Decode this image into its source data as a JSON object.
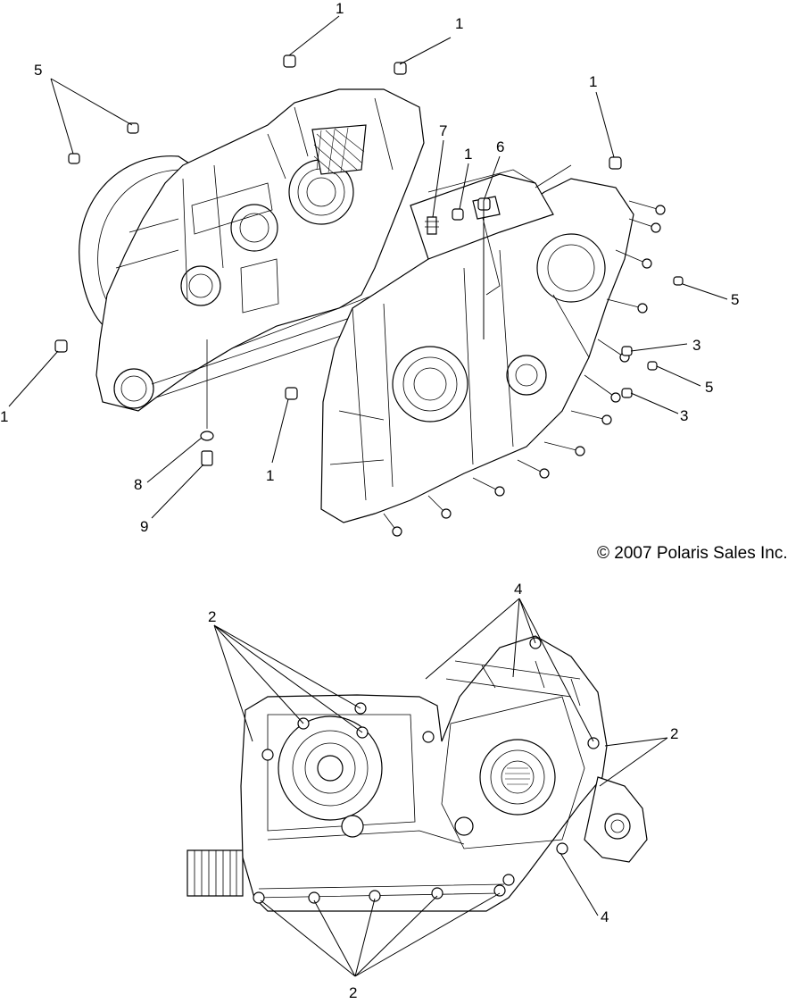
{
  "copyright": "© 2007 Polaris Sales Inc.",
  "callouts": {
    "c1_top_left": "1",
    "c1_top_right": "1",
    "c5_left": "5",
    "c1_right_top": "1",
    "c7": "7",
    "c1_mid": "1",
    "c6": "6",
    "c5_right_a": "5",
    "c3_a": "3",
    "c5_right_b": "5",
    "c3_b": "3",
    "c1_left": "1",
    "c1_bottom_mid": "1",
    "c8": "8",
    "c9": "9",
    "c4_top": "4",
    "c2_left": "2",
    "c2_right": "2",
    "c4_bottom": "4",
    "c2_bottom": "2"
  }
}
